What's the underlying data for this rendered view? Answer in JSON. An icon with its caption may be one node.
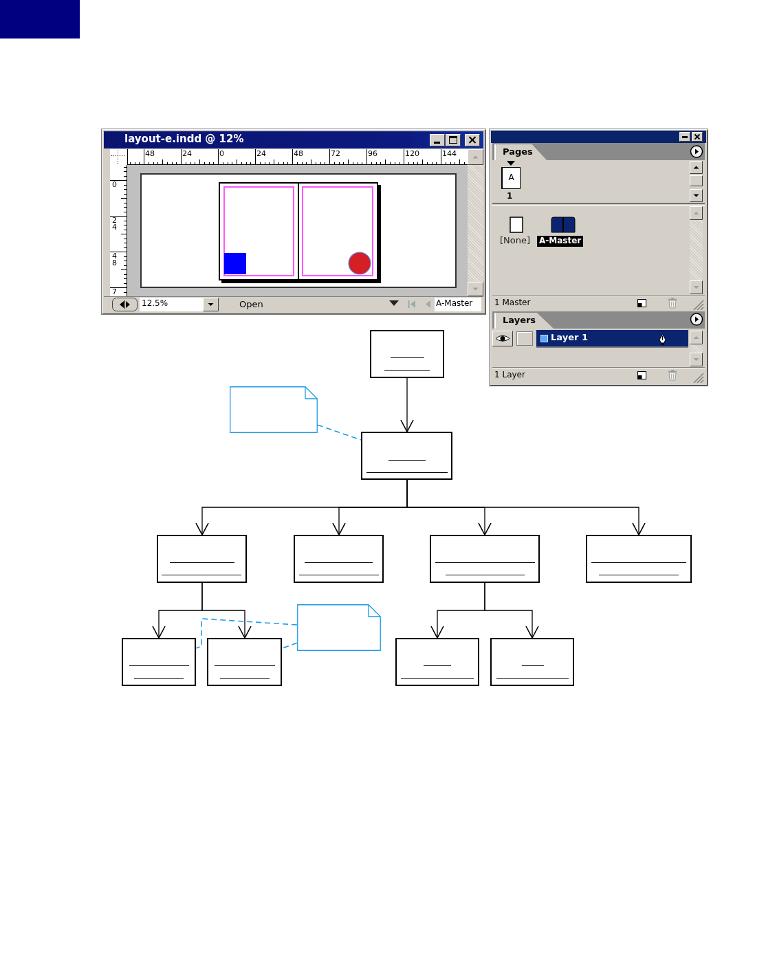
{
  "diagram": {
    "nodes": [
      {
        "text": [],
        "shape": "box"
      },
      {
        "text": [],
        "shape": "note"
      },
      {
        "text": [],
        "shape": "box"
      },
      {
        "text": [],
        "shape": "box"
      },
      {
        "text": [],
        "shape": "box"
      },
      {
        "text": [],
        "shape": "box"
      },
      {
        "text": [],
        "shape": "box"
      },
      {
        "text": [],
        "shape": "note"
      },
      {
        "text": [],
        "shape": "box"
      },
      {
        "text": [],
        "shape": "box"
      },
      {
        "text": [],
        "shape": "box"
      },
      {
        "text": [],
        "shape": "box"
      }
    ],
    "edges": [
      {
        "from": 0,
        "to": 2,
        "arrow": "to"
      },
      {
        "from": 1,
        "to": 2,
        "arrow": "none",
        "style": "dashed",
        "color": "#1e9be9"
      },
      {
        "from": 2,
        "to": 3,
        "arrow": "to"
      },
      {
        "from": 2,
        "to": 4,
        "arrow": "to"
      },
      {
        "from": 2,
        "to": 5,
        "arrow": "to"
      },
      {
        "from": 2,
        "to": 6,
        "arrow": "to"
      },
      {
        "from": 3,
        "to": 8,
        "arrow": "to"
      },
      {
        "from": 3,
        "to": 9,
        "arrow": "to"
      },
      {
        "from": 7,
        "to": 8,
        "arrow": "none",
        "style": "dashed",
        "color": "#1e9be9"
      },
      {
        "from": 7,
        "to": 9,
        "arrow": "none",
        "style": "dashed",
        "color": "#1e9be9"
      },
      {
        "from": 5,
        "to": 10,
        "arrow": "to"
      },
      {
        "from": 5,
        "to": 11,
        "arrow": "to"
      }
    ],
    "labels": [
      "layout-e.indd @ 12%",
      "48",
      "24",
      "0",
      "24",
      "48",
      "72",
      "96",
      "120",
      "144",
      "0",
      "24",
      "48",
      "7",
      "12.5%",
      "Open",
      "A-Master",
      "Pages",
      "A",
      "1",
      "[None]",
      "A-Master",
      "1 Master",
      "Layers",
      "Layer 1",
      "1 Layer"
    ]
  }
}
